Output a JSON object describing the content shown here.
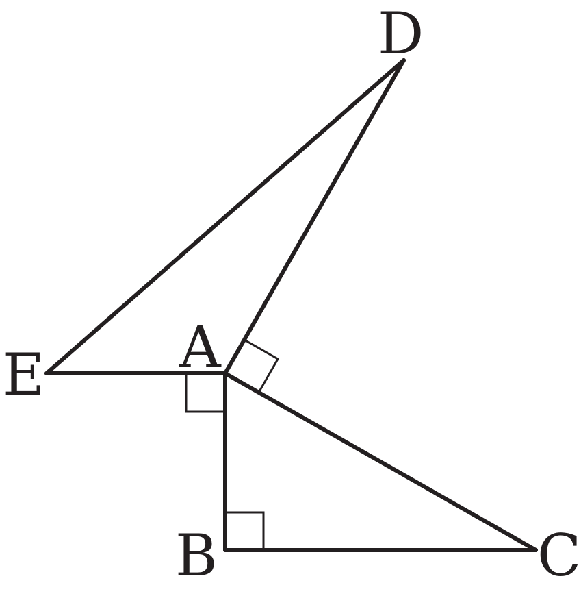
{
  "diagram": {
    "stroke_color": "#231f20",
    "background": "#ffffff",
    "points": {
      "A": "A",
      "B": "B",
      "C": "C",
      "D": "D",
      "E": "E"
    },
    "segments": [
      "AB",
      "BC",
      "CA",
      "AD",
      "DE",
      "EA"
    ],
    "right_angles": [
      "ABC",
      "BAE",
      "CAD"
    ]
  }
}
